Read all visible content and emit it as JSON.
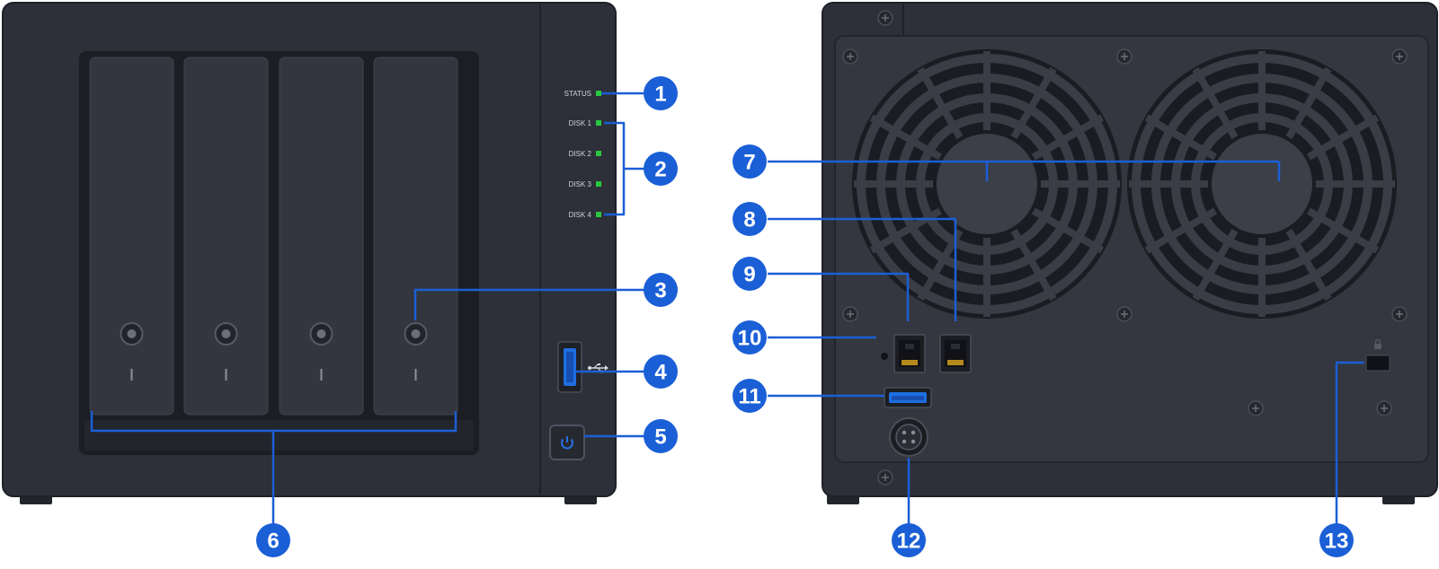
{
  "front_panel": {
    "led_labels": [
      "STATUS",
      "DISK 1",
      "DISK 2",
      "DISK 3",
      "DISK 4"
    ],
    "drive_bay_count": 4
  },
  "rear_panel": {
    "fan_count": 2
  },
  "callouts": [
    "1",
    "2",
    "3",
    "4",
    "5",
    "6",
    "7",
    "8",
    "9",
    "10",
    "11",
    "12",
    "13"
  ],
  "colors": {
    "chassis": "#2d3039",
    "chassis_edge": "#1f2128",
    "tray": "#33363f",
    "callout": "#1a5fd6",
    "leader": "#1a5fd6",
    "led": "#28c840",
    "usb": "#1e6fe0",
    "power": "#2b6fe6"
  },
  "icons": [
    "usb-icon",
    "power-icon",
    "lock-icon",
    "fan-icon",
    "ethernet-port-icon",
    "dc-power-port-icon"
  ]
}
